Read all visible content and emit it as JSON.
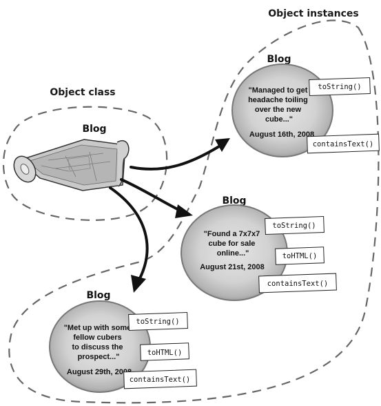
{
  "labels": {
    "object_class": "Object class",
    "object_instances": "Object instances"
  },
  "class": {
    "title": "Blog"
  },
  "instances": [
    {
      "title": "Blog",
      "quote_lines": [
        "\"Managed to get",
        "headache toiling",
        "over the new",
        "cube...\""
      ],
      "date": "August 16th, 2008",
      "methods": [
        "toString()",
        "containsText()"
      ]
    },
    {
      "title": "Blog",
      "quote_lines": [
        "\"Found a 7x7x7",
        "cube for sale",
        "online...\""
      ],
      "date": "August 21st, 2008",
      "methods": [
        "toString()",
        "toHTML()",
        "containsText()"
      ]
    },
    {
      "title": "Blog",
      "quote_lines": [
        "\"Met up with some",
        "fellow cubers",
        "to discuss the",
        "prospect...\""
      ],
      "date": "August 29th, 2008",
      "methods": [
        "toString()",
        "toHTML()",
        "containsText()"
      ]
    }
  ]
}
